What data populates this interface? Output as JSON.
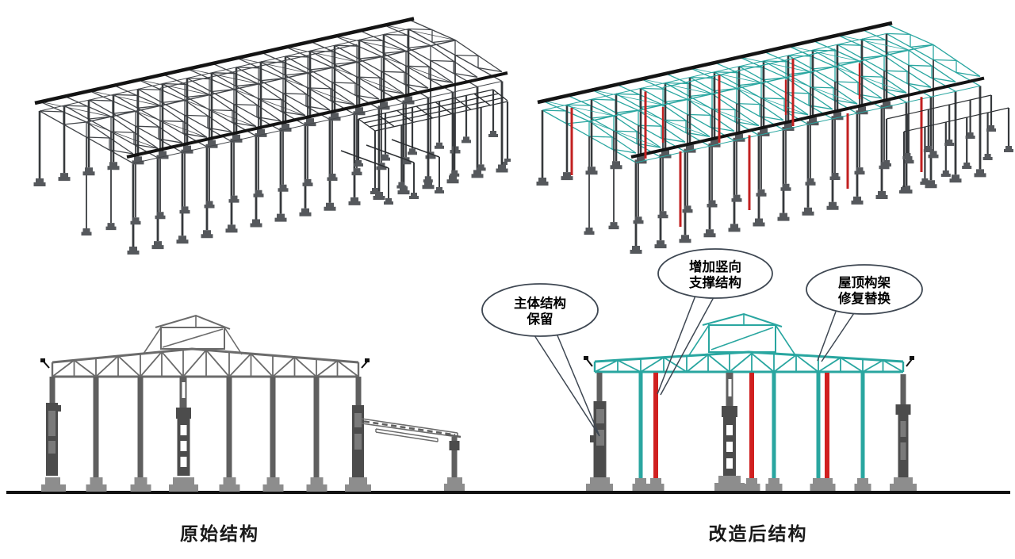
{
  "figure": {
    "type": "structural-renovation-comparison-diagram",
    "captions": {
      "original": "原始结构",
      "renovated": "改造后结构"
    },
    "callouts": [
      {
        "line1": "主体结构",
        "line2": "保留"
      },
      {
        "line1": "增加竖向",
        "line2": "支撑结构"
      },
      {
        "line1": "屋顶构架",
        "line2": "修复替换"
      }
    ],
    "colors": {
      "retained_structure_gray": "#5A5A5A",
      "built_up_column_gray": "#4C4C4C",
      "footing_gray": "#8D8D8D",
      "iso_dark_steel": "#3A3D40",
      "new_roof_teal": "#29A6A0",
      "new_support_red": "#D02020",
      "edge_beam_black": "#141414",
      "callout_stroke": "#3E4752",
      "ground_black": "#111111",
      "text_ink": "#1A1A1A"
    }
  }
}
